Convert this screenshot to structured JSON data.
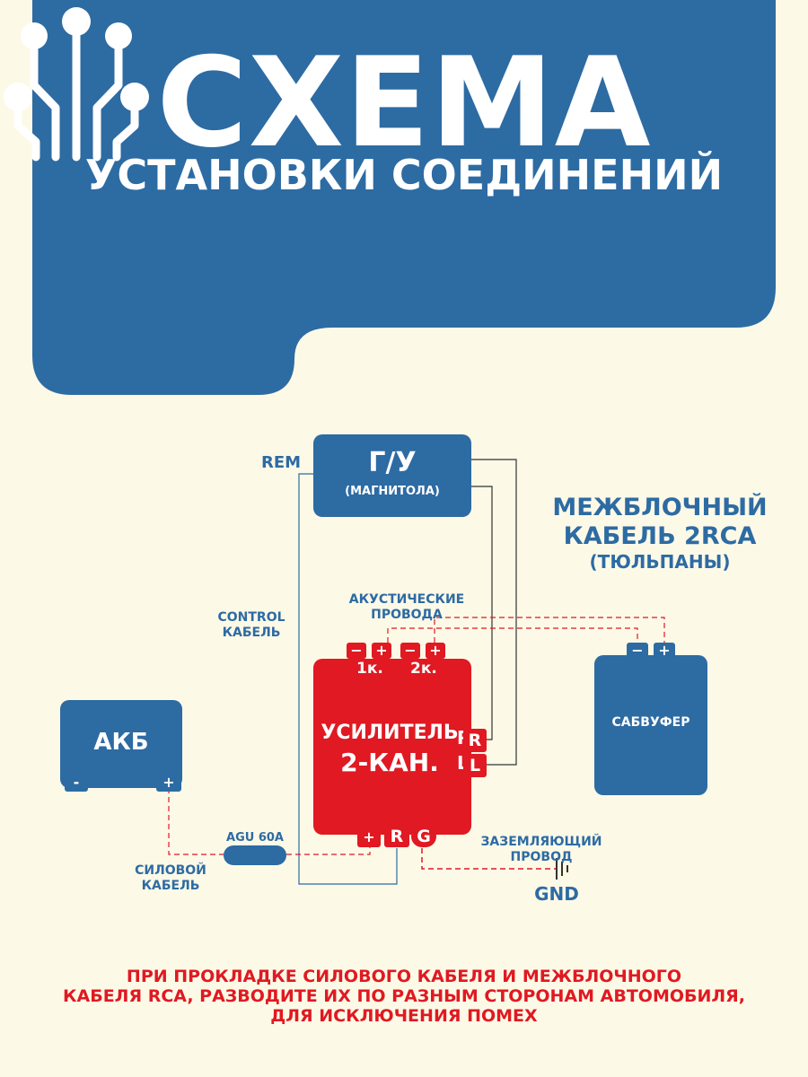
{
  "colors": {
    "background": "#fdf9e7",
    "blue": "#2d6ba3",
    "red": "#e01922",
    "line_dark": "#333333"
  },
  "header": {
    "title": "СХЕМА",
    "subtitle": "УСТАНОВКИ СОЕДИНЕНИЙ",
    "icon": "circuit-icon"
  },
  "head_unit": {
    "title": "Г/У",
    "subtitle": "(МАГНИТОЛА)"
  },
  "amplifier": {
    "title_line1": "УСИЛИТЕЛЬ",
    "title_line2": "2-КАН.",
    "channel1": "1к.",
    "channel2": "2к.",
    "input_r": "R",
    "input_l": "L",
    "speaker_terminals": [
      "−",
      "+",
      "−",
      "+"
    ],
    "power_plus": "+",
    "remote": "R",
    "ground": "G"
  },
  "battery": {
    "title": "АКБ",
    "minus": "-",
    "plus": "+"
  },
  "subwoofer": {
    "title": "САБВУФЕР",
    "minus": "−",
    "plus": "+"
  },
  "labels": {
    "rem": "REM",
    "control_cable": "CONTROL\nКАБЕЛЬ",
    "acoustic_wires": "АКУСТИЧЕСКИЕ\nПРОВОДА",
    "interblock_line1": "МЕЖБЛОЧНЫЙ",
    "interblock_line2": "КАБЕЛЬ 2RCA",
    "interblock_line3": "(ТЮЛЬПАНЫ)",
    "fuse": "AGU 60A",
    "power_cable": "СИЛОВОЙ\nКАБЕЛЬ",
    "ground_wire": "ЗАЗЕМЛЯЮЩИЙ\nПРОВОД",
    "gnd": "GND"
  },
  "warning": {
    "line1": "ПРИ ПРОКЛАДКЕ СИЛОВОГО КАБЕЛЯ И МЕЖБЛОЧНОГО",
    "line2": "КАБЕЛЯ RCA, РАЗВОДИТЕ ИХ ПО РАЗНЫМ СТОРОНАМ АВТОМОБИЛЯ,",
    "line3": "ДЛЯ ИСКЛЮЧЕНИЯ ПОМЕХ"
  }
}
